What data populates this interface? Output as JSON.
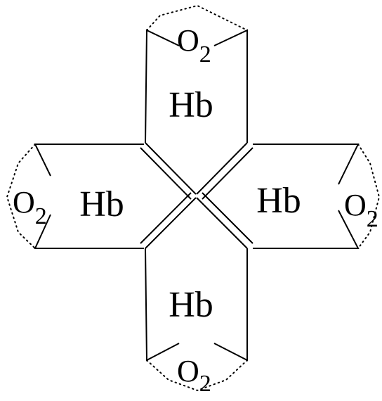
{
  "units": [
    {
      "id": "top",
      "label": "Hb",
      "ligand": "O",
      "ligand_subscript": "2"
    },
    {
      "id": "left",
      "label": "Hb",
      "ligand": "O",
      "ligand_subscript": "2"
    },
    {
      "id": "right",
      "label": "Hb",
      "ligand": "O",
      "ligand_subscript": "2"
    },
    {
      "id": "bottom",
      "label": "Hb",
      "ligand": "O",
      "ligand_subscript": "2"
    }
  ]
}
